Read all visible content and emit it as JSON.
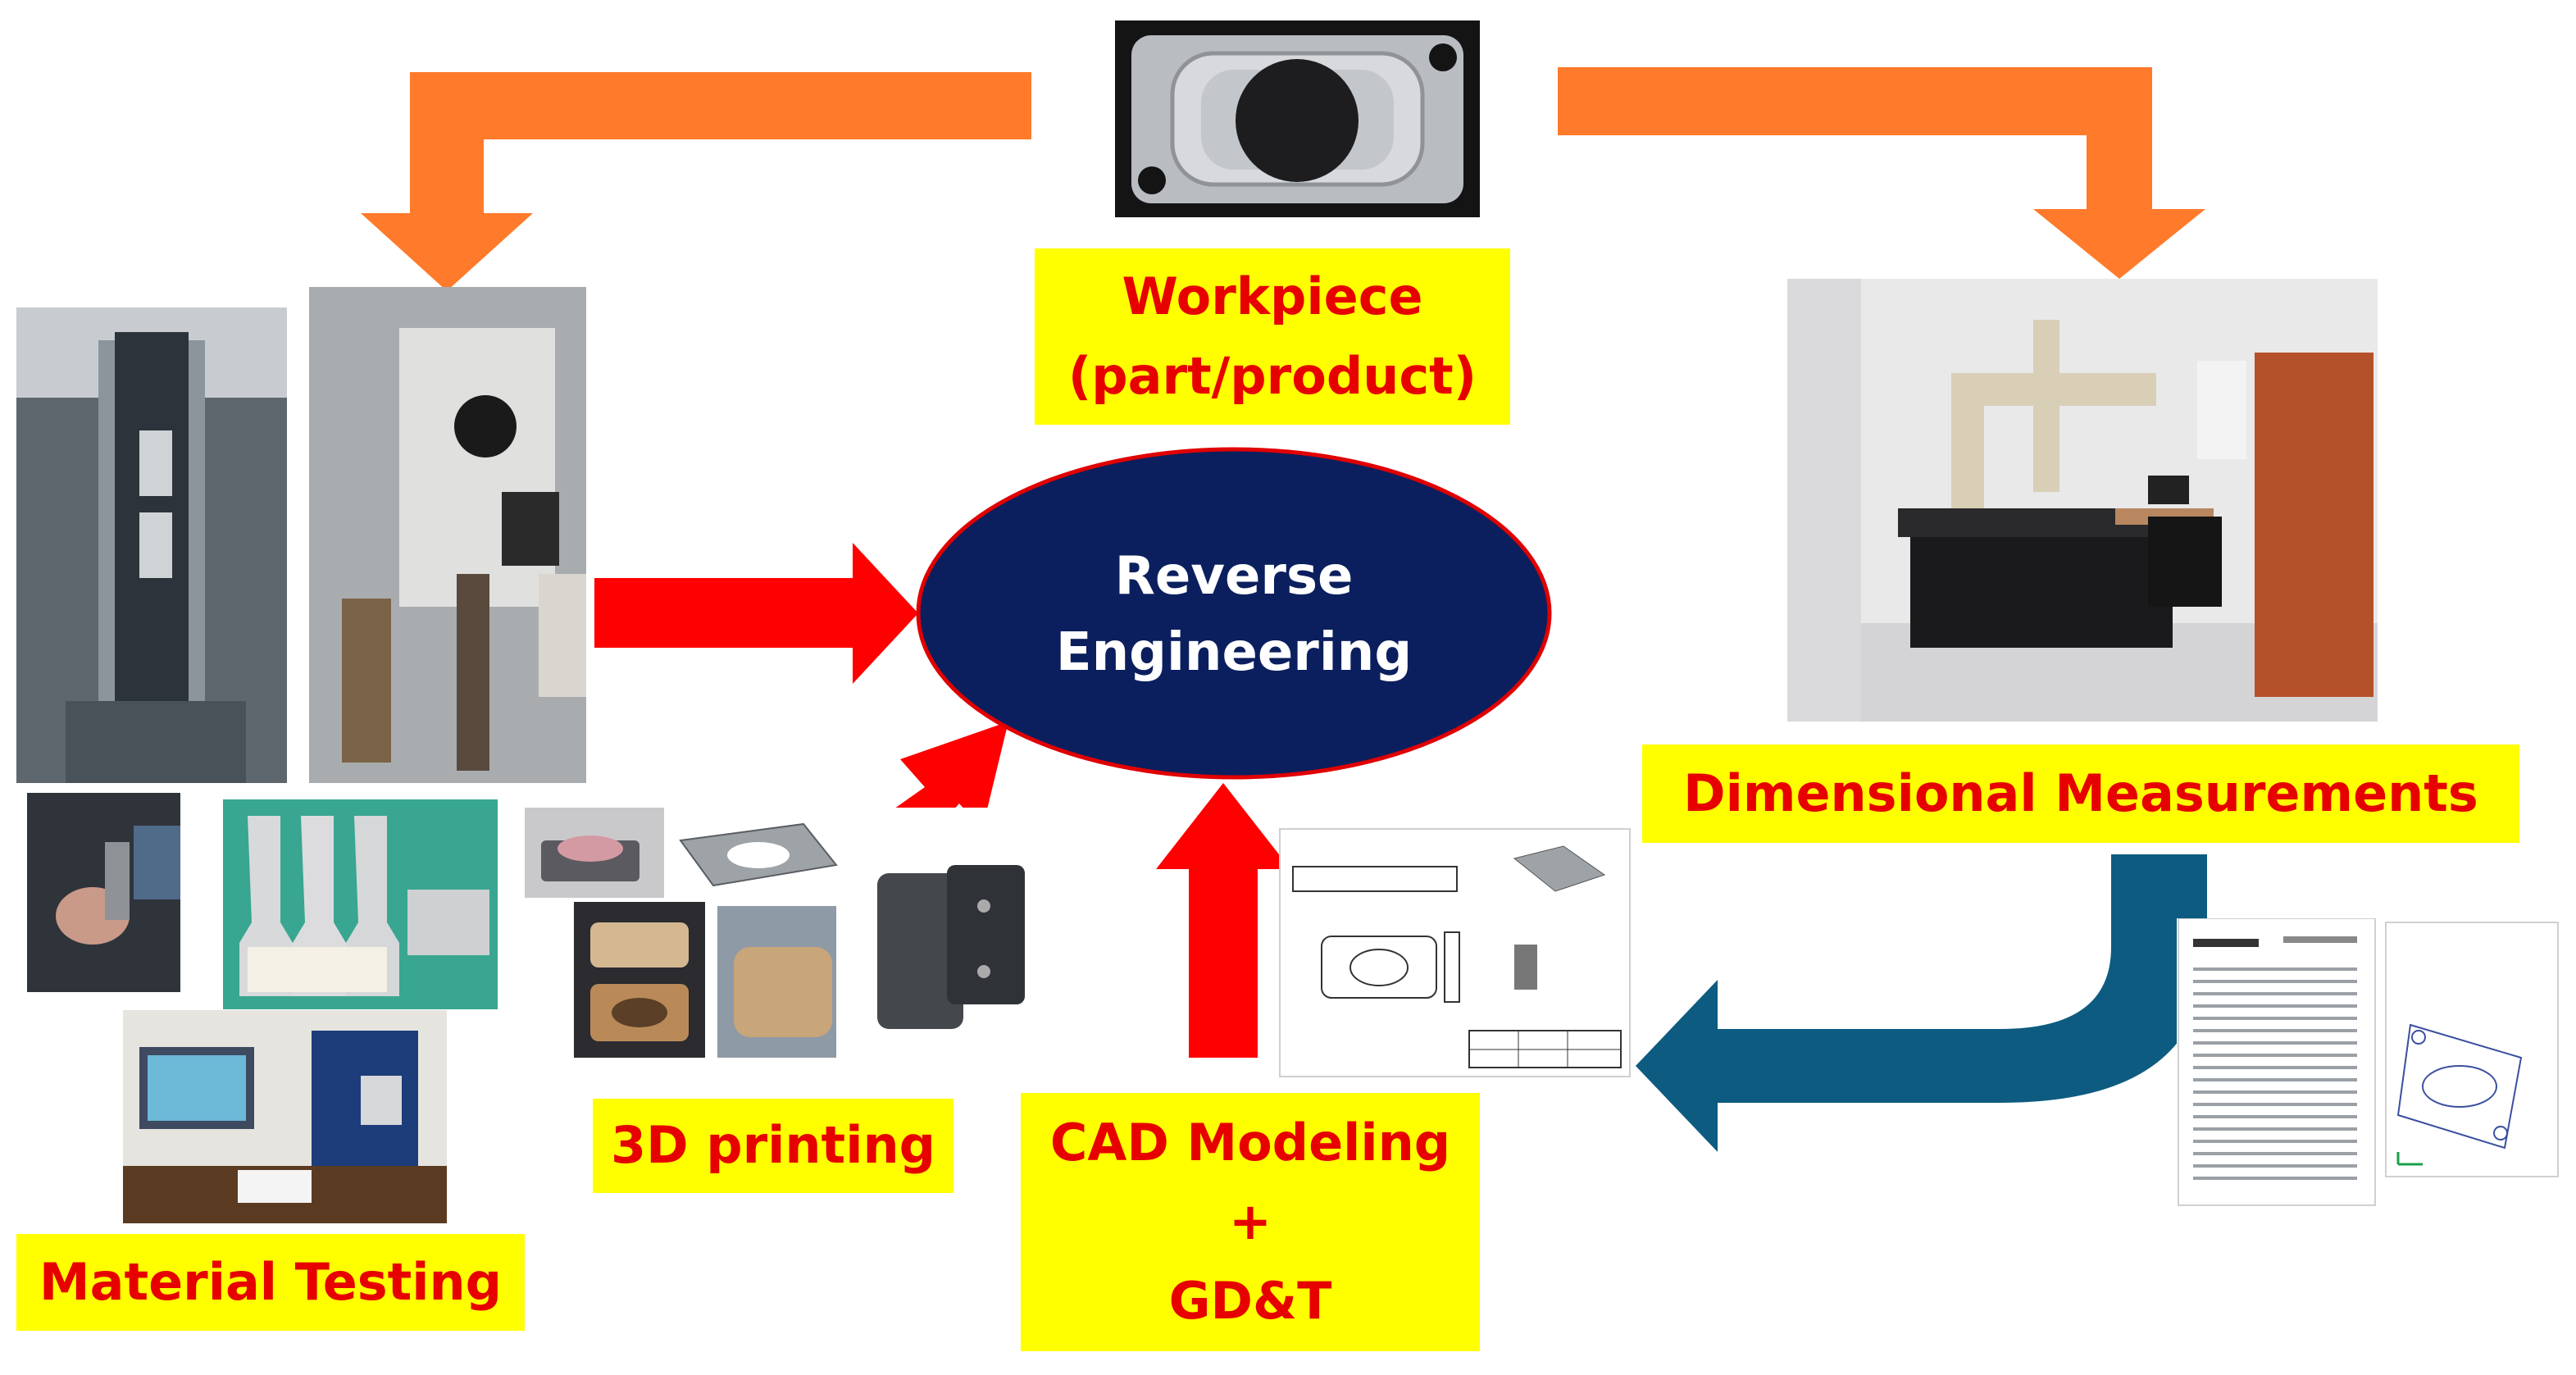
{
  "center": {
    "line1": "Reverse",
    "line2": "Engineering",
    "fill": "#0b1f5e",
    "stroke": "#e00000"
  },
  "labels": {
    "workpiece_line1": "Workpiece",
    "workpiece_line2": "(part/product)",
    "dimensional": "Dimensional Measurements",
    "printing": "3D printing",
    "cad_line1": "CAD Modeling",
    "cad_line2": "+",
    "cad_line3": "GD&T",
    "material": "Material Testing"
  },
  "colors": {
    "label_bg": "#ffff00",
    "label_text": "#e60000",
    "orange_arrow": "#ff7a2a",
    "red_arrow": "#ff0000",
    "blue_arrow": "#0d5b80"
  },
  "icons": {
    "workpiece_photo": "workpiece-plate-icon",
    "cmm_photo": "cmm-room-icon",
    "testing_photos": "tensile-testing-machine-icon",
    "printed_parts": "printed-parts-icon",
    "cad_drawing": "technical-drawing-icon",
    "measurement_report": "measurement-report-icon"
  }
}
